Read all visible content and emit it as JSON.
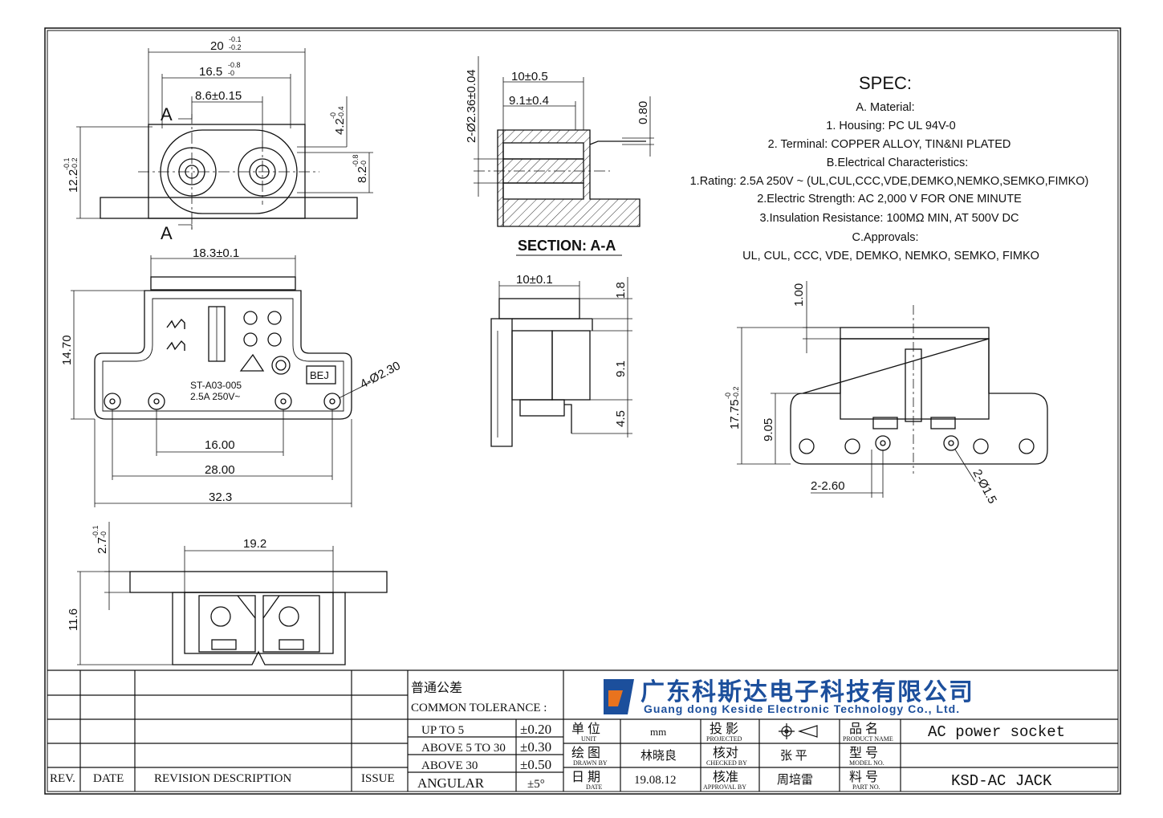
{
  "spec": {
    "title": "SPEC:",
    "lines": [
      "A. Material:",
      "1.  Housing: PC UL 94V-0",
      "2.  Terminal: COPPER ALLOY, TIN&NI PLATED",
      "B.Electrical Characteristics:",
      "1.Rating:  2.5A 250V ~ (UL,CUL,CCC,VDE,DEMKO,NEMKO,SEMKO,FIMKO)",
      "2.Electric Strength: AC 2,000 V FOR ONE MINUTE",
      "3.Insulation Resistance: 100MΩ MIN, AT 500V DC",
      "C.Approvals:",
      "UL, CUL, CCC, VDE, DEMKO, NEMKO, SEMKO, FIMKO"
    ]
  },
  "dims": {
    "d20": "20",
    "d20tol_up": "-0.1",
    "d20tol_dn": "-0.2",
    "d165": "16.5",
    "d165tol_up": "-0.8",
    "d165tol_dn": "-0",
    "d86": "8.6±0.15",
    "a_top": "A",
    "a_bot": "A",
    "d122": "12.2",
    "d122tol_up": "-0.1",
    "d122tol_dn": "-0.2",
    "d42": "4.2",
    "d42tol_up": "-0",
    "d42tol_dn": "-0.4",
    "d82": "8.2",
    "d82tol_up": "-0.8",
    "d82tol_dn": "-0",
    "d183": "18.3±0.1",
    "d1470": "14.70",
    "d1600": "16.00",
    "d2800": "28.00",
    "d323": "32.3",
    "holes": "4-Ø2.30",
    "mark_model": "ST-A03-005",
    "mark_rating": "2.5A 250V~",
    "mark_bej": "BEJ",
    "d27": "2.7",
    "d27tol_up": "-0.1",
    "d27tol_dn": "-0",
    "d192": "19.2",
    "d116": "11.6",
    "sec_d10": "10±0.5",
    "sec_d91": "9.1±0.4",
    "sec_dia": "2-Ø2.36±0.04",
    "sec_d080": "0.80",
    "section_label": "SECTION: A-A",
    "side_d10": "10±0.1",
    "side_d18": "1.8",
    "side_d91": "9.1",
    "side_d45": "4.5",
    "r_d100": "1.00",
    "r_d1775": "17.75",
    "r_d1775tol_up": "-0",
    "r_d1775tol_dn": "-0.2",
    "r_d905": "9.05",
    "r_d260": "2-2.60",
    "r_dia": "2-Ø1.5"
  },
  "titleblock": {
    "rev": "REV.",
    "date": "DATE",
    "desc": "REVISION  DESCRIPTION",
    "issue": "ISSUE",
    "tol_cn": "普通公差",
    "tol_en": "COMMON TOLERANCE :",
    "tol_rows": [
      {
        "range": "UP TO 5",
        "value": "±0.20"
      },
      {
        "range": "ABOVE 5 TO 30",
        "value": "±0.30"
      },
      {
        "range": "ABOVE 30",
        "value": "±0.50"
      },
      {
        "range": "ANGULAR",
        "value": "±5°"
      }
    ],
    "company_cn": "广东科斯达电子科技有限公司",
    "company_en": "Guang dong Keside  Electronic Technology Co., Ltd.",
    "unit_cn": "单 位",
    "unit_en": "UNIT",
    "unit_val": "mm",
    "proj_cn": "投 影",
    "proj_en": "PROJECTED",
    "name_cn": "品 名",
    "name_en": "PRODUCT NAME",
    "name_val": "AC power socket",
    "drawn_cn": "绘 图",
    "drawn_en": "DRAWN BY",
    "drawn_val": "林晓良",
    "checked_cn": "核对",
    "checked_en": "CHECKED BY",
    "checked_val": "张 平",
    "model_cn": "型 号",
    "model_en": "MODEL NO.",
    "date_cn": "日 期",
    "date_en": "DATE",
    "date_val": "19.08.12",
    "approval_cn": "核准",
    "approval_en": "APPROVAL BY",
    "approval_val": "周培雷",
    "part_cn": "料 号",
    "part_en": "PART NO.",
    "part_val": "KSD-AC JACK"
  }
}
